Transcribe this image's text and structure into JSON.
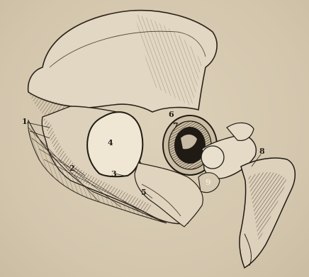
{
  "figure": {
    "labels": [
      {
        "id": "1",
        "text": "1"
      },
      {
        "id": "2",
        "text": "2"
      },
      {
        "id": "3",
        "text": "3"
      },
      {
        "id": "4",
        "text": "4"
      },
      {
        "id": "5",
        "text": "5"
      },
      {
        "id": "6",
        "text": "6"
      },
      {
        "id": "7",
        "text": "7"
      },
      {
        "id": "8",
        "text": "8"
      },
      {
        "id": "9",
        "text": "9"
      }
    ],
    "colors": {
      "paper": "#d6c9b0",
      "ink": "#1f1a14",
      "bone_highlight": "#e4dac6",
      "shadow": "#2a221a"
    }
  }
}
